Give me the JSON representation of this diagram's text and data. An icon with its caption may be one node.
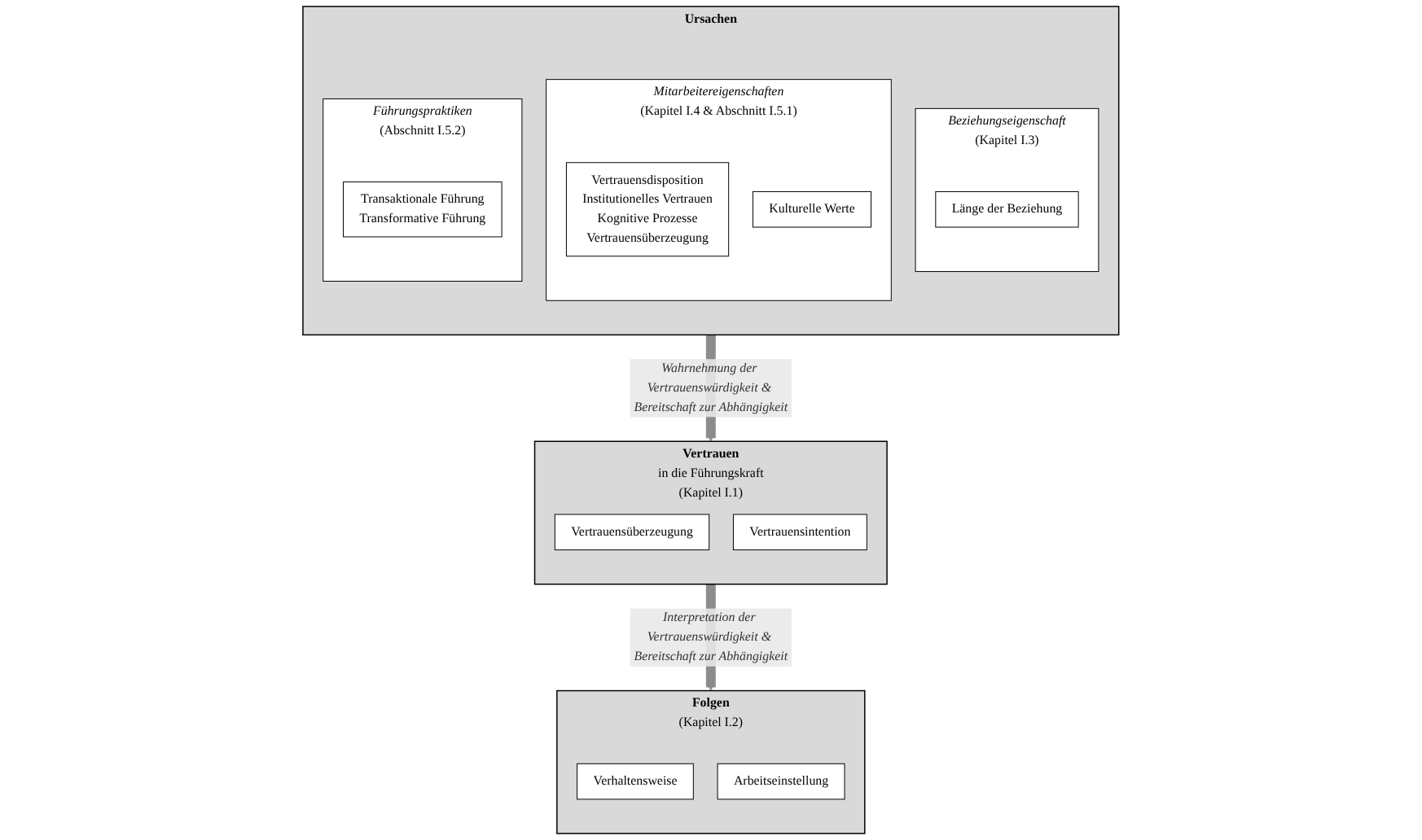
{
  "diagram": {
    "nodes": [
      {
        "text": [
          "Vertrauen",
          "in die Führungskraft",
          "(Kapitel I.1)"
        ]
      },
      {
        "text": [
          "Vertrauensüberzeugung"
        ],
        "in": 0
      },
      {
        "text": [
          "Vertrauensintention"
        ],
        "in": 0
      },
      {
        "text": [
          "Folgen",
          "(Kapitel I.2)"
        ]
      },
      {
        "text": [
          "Verhaltensweise"
        ],
        "in": 3
      },
      {
        "text": [
          "Arbeitseinstellung"
        ],
        "in": 3
      },
      {
        "text": [
          "Ursachen"
        ]
      },
      {
        "text": [
          "Beziehungseigenschaft",
          "(Kapitel I.3)"
        ],
        "in": 6
      },
      {
        "text": [
          "Länge der Beziehung"
        ],
        "in": 7
      },
      {
        "text": [
          "Mitarbeitereigenschaften",
          "(Kapitel I.4 & Abschnitt I.5.1)"
        ],
        "in": 6
      },
      {
        "text": [
          "Vertrauensdisposition",
          "Institutionelles Vertrauen",
          "Kognitive Prozesse",
          "Vertrauensüberzeugung"
        ],
        "in": 9
      },
      {
        "text": [
          "Kulturelle Werte"
        ],
        "in": 9
      },
      {
        "text": [
          "Führungspraktiken",
          "(Abschnitt I.5.2)"
        ],
        "in": 6
      },
      {
        "text": [
          "Transaktionale Führung",
          "Transformative Führung"
        ],
        "in": 12
      }
    ],
    "edges": [
      {
        "from": 6,
        "to": 0,
        "arrow": "to",
        "label": "Wahrnehmung der Vertrauenswürdigkeit & Bereitschaft zur Abhängigkeit"
      },
      {
        "from": 0,
        "to": 3,
        "arrow": "to",
        "label": "Interpretation der Vertrauenswürdigkeit & Bereitschaft zur Abhängigkeit"
      }
    ]
  }
}
